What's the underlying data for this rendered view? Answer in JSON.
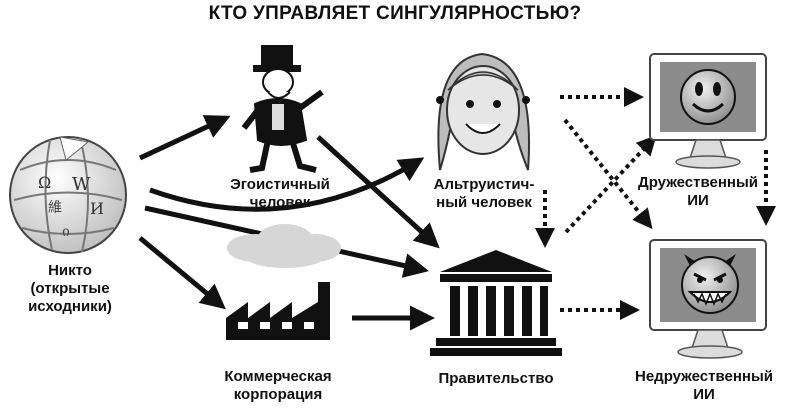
{
  "title": "КТО УПРАВЛЯЕТ СИНГУЛЯРНОСТЬЮ?",
  "nodes": {
    "nobody": {
      "line1": "Никто",
      "line2": "(открытые",
      "line3": "исходники)",
      "icon": "wikipedia-globe-icon"
    },
    "egoist": {
      "line1": "Эгоистичный",
      "line2": "человек",
      "icon": "tycoon-icon"
    },
    "altruist": {
      "line1": "Альтруистич-",
      "line2": "ный человек",
      "icon": "smiling-girl-icon"
    },
    "corporation": {
      "line1": "Коммерческая",
      "line2": "корпорация",
      "icon": "factory-icon"
    },
    "government": {
      "line1": "Правительство",
      "icon": "government-building-icon"
    },
    "friendly_ai": {
      "line1": "Дружественный",
      "line2": "ИИ",
      "icon": "friendly-monitor-icon"
    },
    "unfriendly_ai": {
      "line1": "Недружественный",
      "line2": "ИИ",
      "icon": "evil-monitor-icon"
    }
  },
  "colors": {
    "ink": "#111111",
    "gray": "#9a9a9a",
    "light_gray": "#d6d6d6",
    "screen": "#8c8c8c"
  }
}
